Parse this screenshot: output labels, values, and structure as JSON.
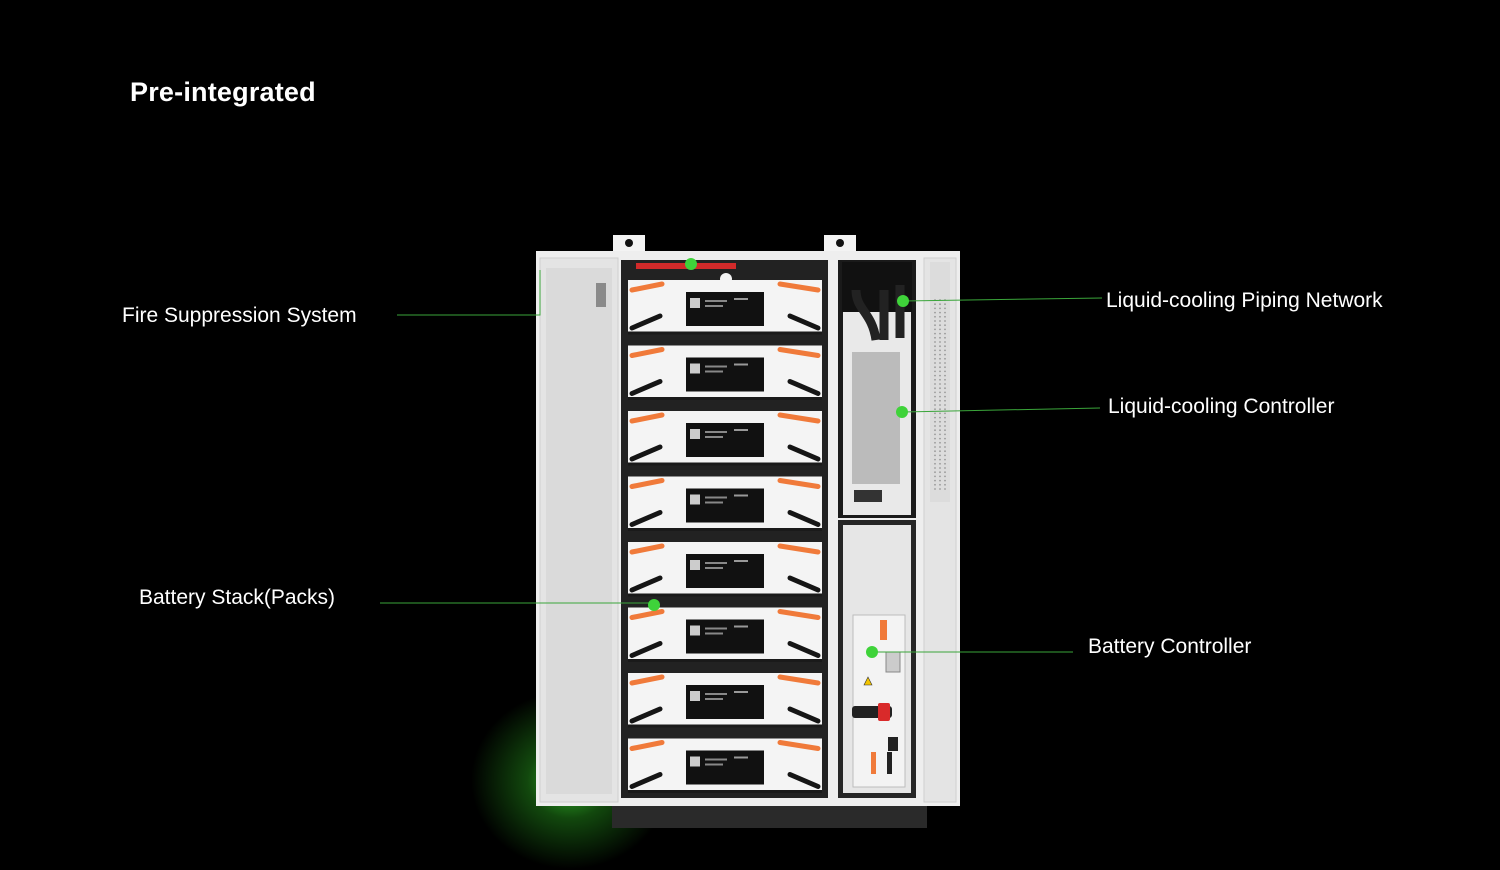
{
  "title": "Pre-integrated",
  "callouts": {
    "fire_suppression": "Fire Suppression System",
    "battery_stack": "Battery Stack(Packs)",
    "piping_network": "Liquid-cooling  Piping Network",
    "cooling_controller": "Liquid-cooling Controller",
    "battery_controller": "Battery Controller"
  },
  "colors": {
    "background": "#000000",
    "accent_green": "#3fd33a",
    "cabinet": "#f2f2f2",
    "cable_orange": "#f07a3a"
  }
}
